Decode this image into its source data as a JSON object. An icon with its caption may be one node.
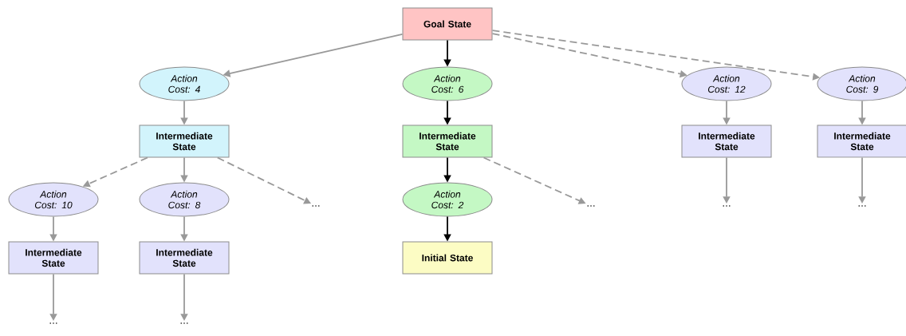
{
  "diagram": {
    "nodes": [
      {
        "text": [
          "Goal State"
        ]
      },
      {
        "text": [
          "Action Cost: 4"
        ]
      },
      {
        "text": [
          "Action Cost: 6"
        ]
      },
      {
        "text": [
          "Action Cost: 12"
        ]
      },
      {
        "text": [
          "Action Cost: 9"
        ]
      },
      {
        "text": [
          "Intermediate State"
        ]
      },
      {
        "text": [
          "Intermediate State"
        ]
      },
      {
        "text": [
          "Intermediate State"
        ]
      },
      {
        "text": [
          "Intermediate State"
        ]
      },
      {
        "text": [
          "Action Cost: 10"
        ]
      },
      {
        "text": [
          "Action Cost: 8"
        ]
      },
      {
        "text": [
          "…"
        ]
      },
      {
        "text": [
          "Action Cost: 2"
        ]
      },
      {
        "text": [
          "…"
        ]
      },
      {
        "text": [
          "…"
        ]
      },
      {
        "text": [
          "…"
        ]
      },
      {
        "text": [
          "Intermediate State"
        ]
      },
      {
        "text": [
          "Intermediate State"
        ]
      },
      {
        "text": [
          "Initial State"
        ]
      },
      {
        "text": [
          "…"
        ]
      },
      {
        "text": [
          "…"
        ]
      }
    ],
    "edges": [
      {
        "from": 0,
        "to": 1,
        "arrow": "to"
      },
      {
        "from": 0,
        "to": 2,
        "arrow": "to",
        "color": "#000000"
      },
      {
        "from": 0,
        "to": 3,
        "arrow": "to",
        "style": "dashed"
      },
      {
        "from": 0,
        "to": 4,
        "arrow": "to",
        "style": "dashed"
      },
      {
        "from": 1,
        "to": 5,
        "arrow": "to"
      },
      {
        "from": 2,
        "to": 6,
        "arrow": "to",
        "color": "#000000"
      },
      {
        "from": 3,
        "to": 7,
        "arrow": "to"
      },
      {
        "from": 4,
        "to": 8,
        "arrow": "to"
      },
      {
        "from": 5,
        "to": 9,
        "arrow": "to",
        "style": "dashed"
      },
      {
        "from": 5,
        "to": 10,
        "arrow": "to"
      },
      {
        "from": 5,
        "to": 11,
        "arrow": "to",
        "style": "dashed"
      },
      {
        "from": 6,
        "to": 12,
        "arrow": "to",
        "color": "#000000"
      },
      {
        "from": 6,
        "to": 13,
        "arrow": "to",
        "style": "dashed"
      },
      {
        "from": 7,
        "to": 14,
        "arrow": "to"
      },
      {
        "from": 8,
        "to": 15,
        "arrow": "to"
      },
      {
        "from": 9,
        "to": 16,
        "arrow": "to"
      },
      {
        "from": 10,
        "to": 17,
        "arrow": "to"
      },
      {
        "from": 12,
        "to": 18,
        "arrow": "to",
        "color": "#000000"
      },
      {
        "from": 16,
        "to": 19,
        "arrow": "to"
      },
      {
        "from": 17,
        "to": 20,
        "arrow": "to"
      }
    ]
  }
}
